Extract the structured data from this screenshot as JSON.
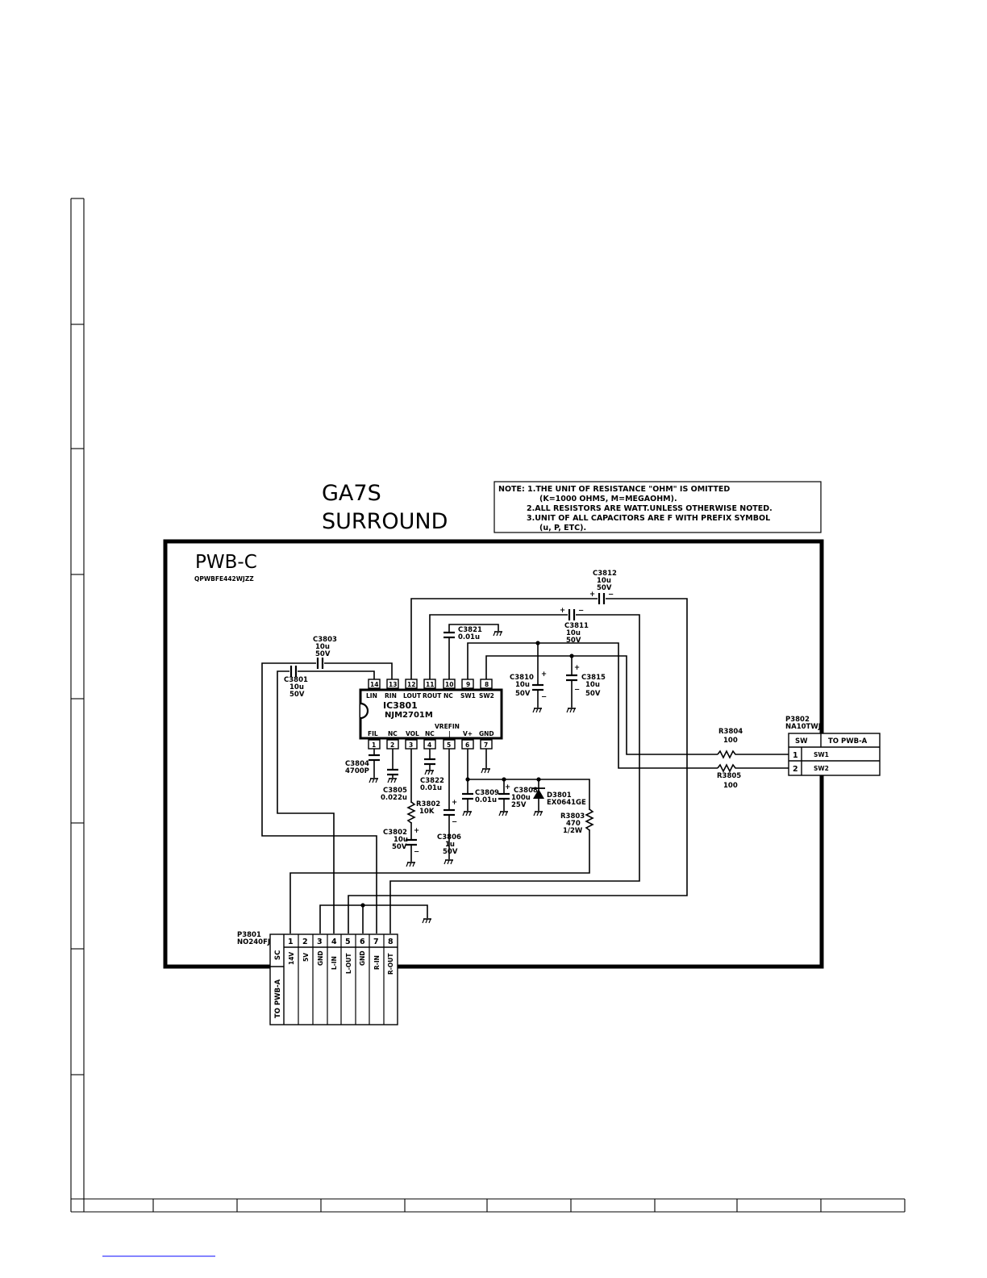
{
  "title": {
    "model": "GA7S",
    "section": "SURROUND"
  },
  "note": {
    "lines": [
      "NOTE: 1.THE UNIT OF RESISTANCE \"OHM\" IS OMITTED",
      "(K=1000 OHMS, M=MEGAOHM).",
      "2.ALL RESISTORS ARE     WATT.UNLESS OTHERWISE NOTED.",
      "3.UNIT OF ALL CAPACITORS ARE F WITH PREFIX SYMBOL",
      "(u, P, ETC)."
    ]
  },
  "board": {
    "name": "PWB-C",
    "code": "QPWBFE442WJZZ"
  },
  "ic": {
    "ref": "IC3801",
    "part": "NJM2701M",
    "top_pins": [
      {
        "num": "14",
        "label": "LIN"
      },
      {
        "num": "13",
        "label": "RIN"
      },
      {
        "num": "12",
        "label": "LOUT"
      },
      {
        "num": "11",
        "label": "ROUT"
      },
      {
        "num": "10",
        "label": "NC"
      },
      {
        "num": "9",
        "label": "SW1"
      },
      {
        "num": "8",
        "label": "SW2"
      }
    ],
    "bottom_pins": [
      {
        "num": "1",
        "label": "FIL"
      },
      {
        "num": "2",
        "label": "NC"
      },
      {
        "num": "3",
        "label": "VOL"
      },
      {
        "num": "4",
        "label": "NC"
      },
      {
        "num": "5",
        "label": "|"
      },
      {
        "num": "6",
        "label": "V+"
      },
      {
        "num": "7",
        "label": "GND"
      }
    ],
    "vrefin": "VREFIN"
  },
  "components": {
    "c3812": [
      "C3812",
      "10u",
      "50V"
    ],
    "c3811": [
      "C3811",
      "10u",
      "50V"
    ],
    "c3821": [
      "C3821",
      "0.01u"
    ],
    "c3803": [
      "C3803",
      "10u",
      "50V"
    ],
    "c3801": [
      "C3801",
      "10u",
      "50V"
    ],
    "c3810": [
      "C3810",
      "10u",
      "50V"
    ],
    "c3815": [
      "C3815",
      "10u",
      "50V"
    ],
    "c3804": [
      "C3804",
      "4700P"
    ],
    "c3805": [
      "C3805",
      "0.022u"
    ],
    "c3822": [
      "C3822",
      "0.01u"
    ],
    "r3802": [
      "R3802",
      "10K"
    ],
    "c3802": [
      "C3802",
      "10u",
      "50V"
    ],
    "c3806": [
      "C3806",
      "1u",
      "50V"
    ],
    "c3809": [
      "C3809",
      "0.01u"
    ],
    "c3808": [
      "C3808",
      "100u",
      "25V"
    ],
    "d3801": [
      "D3801",
      "EX0641GE"
    ],
    "r3803": [
      "R3803",
      "470",
      "1/2W"
    ],
    "r3804": [
      "R3804",
      "100"
    ],
    "r3805": [
      "R3805",
      "100"
    ]
  },
  "connector_p3802": {
    "ref": "P3802",
    "part": "NA10TWJ",
    "header": [
      "SW",
      "TO PWB-A"
    ],
    "pins": [
      {
        "num": "1",
        "label": "SW1"
      },
      {
        "num": "2",
        "label": "SW2"
      }
    ]
  },
  "connector_p3801": {
    "ref": "P3801",
    "part": "NO240FJ",
    "header": [
      "SC",
      "TO PWB-A"
    ],
    "pins": [
      {
        "num": "1",
        "label": "14V"
      },
      {
        "num": "2",
        "label": "5V"
      },
      {
        "num": "3",
        "label": "GND"
      },
      {
        "num": "4",
        "label": "L-IN"
      },
      {
        "num": "5",
        "label": "L-OUT"
      },
      {
        "num": "6",
        "label": "GND"
      },
      {
        "num": "7",
        "label": "R-IN"
      },
      {
        "num": "8",
        "label": "R-OUT"
      }
    ]
  }
}
